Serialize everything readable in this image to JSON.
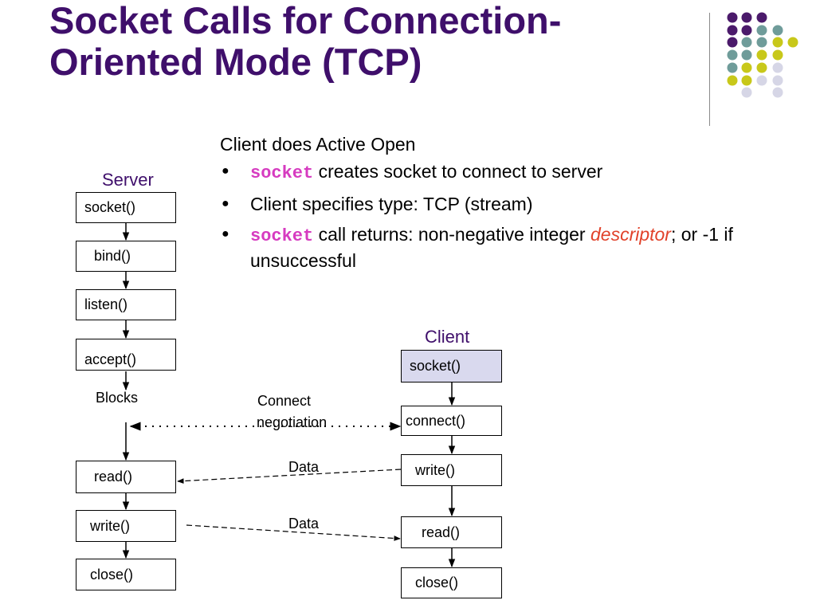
{
  "title": "Socket Calls for Connection-Oriented Mode (TCP)",
  "intro": "Client does Active Open",
  "bullets": [
    {
      "code": "socket",
      "text": " creates socket to connect to server"
    },
    {
      "text": "Client specifies type: TCP (stream)"
    },
    {
      "code": "socket",
      "text_before": " call returns:  non-negative integer ",
      "emphasis": "descriptor",
      "text_after": "; or -1 if unsuccessful"
    }
  ],
  "server": {
    "heading": "Server",
    "calls": [
      "socket()",
      "bind()",
      "listen()",
      "accept()"
    ],
    "blocks_label": "Blocks",
    "calls_after": [
      "read()",
      "write()",
      "close()"
    ]
  },
  "client": {
    "heading": "Client",
    "calls": [
      "socket()",
      "connect()",
      "write()",
      "read()",
      "close()"
    ]
  },
  "messages": {
    "connect_line1": "Connect",
    "connect_line2": "negotiation",
    "data1": "Data",
    "data2": "Data"
  },
  "colors": {
    "title": "#3f0f6b",
    "code": "#d63bc0",
    "emphasis": "#e1422a",
    "highlight_box": "#d9d9ee",
    "dot_purple": "#4b1a6b",
    "dot_teal": "#6f9c9a",
    "dot_yellow": "#c8c81a",
    "dot_lavender": "#d6d6e6"
  }
}
